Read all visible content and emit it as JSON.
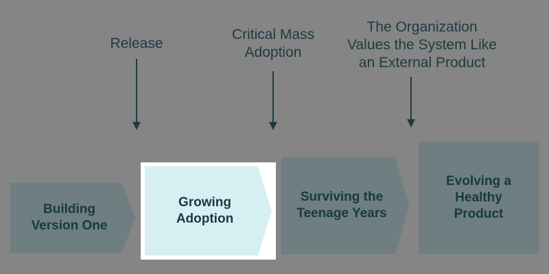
{
  "milestones": [
    {
      "label": "Release"
    },
    {
      "label": "Critical Mass\nAdoption"
    },
    {
      "label": "The Organization\nValues the System Like\nan External Product"
    }
  ],
  "stages": [
    {
      "label": "Building\nVersion One",
      "highlighted": false
    },
    {
      "label": "Growing\nAdoption",
      "highlighted": true
    },
    {
      "label": "Surviving the\nTeenage Years",
      "highlighted": false
    },
    {
      "label": "Evolving a\nHealthy\nProduct",
      "highlighted": false
    }
  ],
  "colors": {
    "background": "#858585",
    "stage_fill": "#6e7e81",
    "highlight_fill": "#d6eff3",
    "highlight_border": "#ffffff",
    "text": "#173a42",
    "arrow": "#1f3a40"
  }
}
